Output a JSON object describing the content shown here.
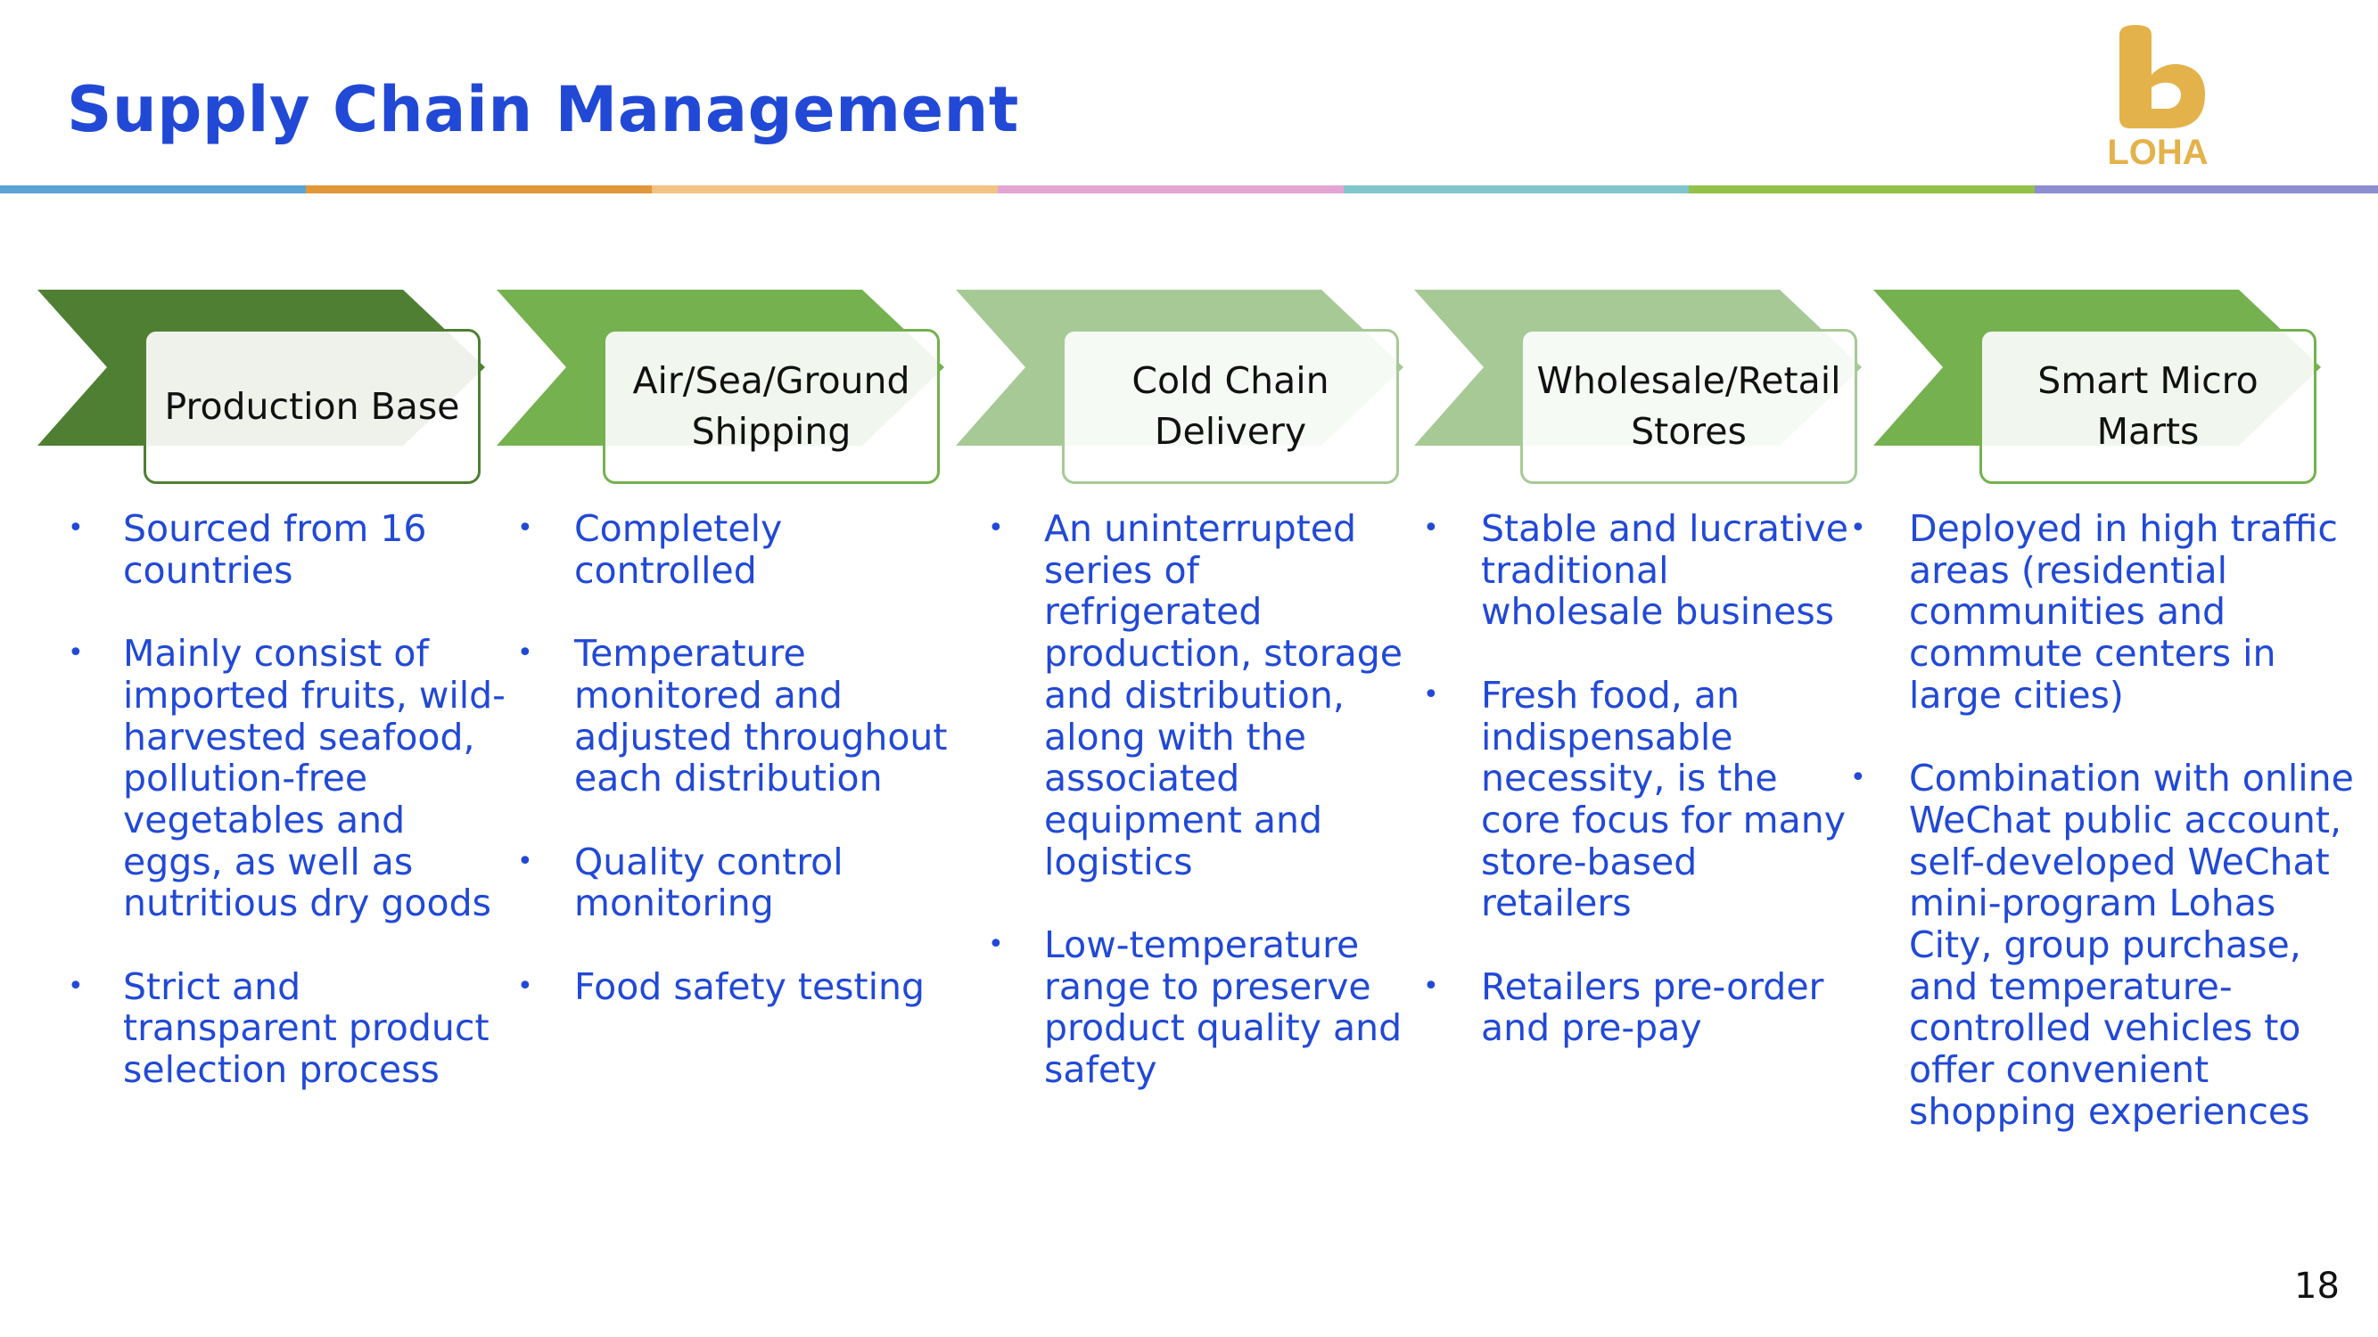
{
  "header": {
    "title": "Supply Chain Management",
    "logo_text": "LOHA"
  },
  "colors": {
    "title": "#2149d6",
    "body_text": "#2149d6",
    "logo_gold": "#e3b24a",
    "stripe": [
      "#5aa3d6",
      "#e0983a",
      "#f0c383",
      "#e3a5d2",
      "#7ec6cc",
      "#93c049",
      "#8c8ed0"
    ],
    "stage_arrows": [
      "#4f7f33",
      "#75b14f",
      "#a7c996",
      "#a7c996",
      "#75b14f"
    ],
    "stage_borders": [
      "#4f7f33",
      "#75b14f",
      "#a7c996",
      "#a7c996",
      "#75b14f"
    ]
  },
  "stages": [
    {
      "label": "Production Base",
      "bullets": [
        "Sourced from 16 countries",
        "Mainly consist of imported fruits, wild-harvested seafood, pollution-free vegetables and eggs, as well as nutritious dry goods",
        "Strict and transparent product selection process"
      ]
    },
    {
      "label": "Air/Sea/Ground Shipping",
      "bullets": [
        "Completely controlled",
        "Temperature monitored and adjusted throughout each distribution",
        "Quality control monitoring",
        "Food safety testing"
      ]
    },
    {
      "label": "Cold Chain Delivery",
      "bullets": [
        "An uninterrupted series of refrigerated production, storage and distribution, along with the associated equipment and logistics",
        "Low-temperature range to preserve product quality and safety"
      ]
    },
    {
      "label": "Wholesale/Retail Stores",
      "bullets": [
        "Stable and lucrative traditional wholesale business",
        "Fresh food, an indispensable necessity, is the core focus for many store-based retailers",
        "Retailers pre-order and pre-pay"
      ]
    },
    {
      "label": "Smart Micro Marts",
      "bullets": [
        "Deployed in high traffic areas (residential communities and commute centers in large cities)",
        "Combination with online WeChat public account, self-developed WeChat mini-program Lohas City, group purchase, and temperature-controlled vehicles to offer convenient shopping experiences"
      ]
    }
  ],
  "bullet_glyph": "•",
  "footer": {
    "page_number": "18"
  }
}
